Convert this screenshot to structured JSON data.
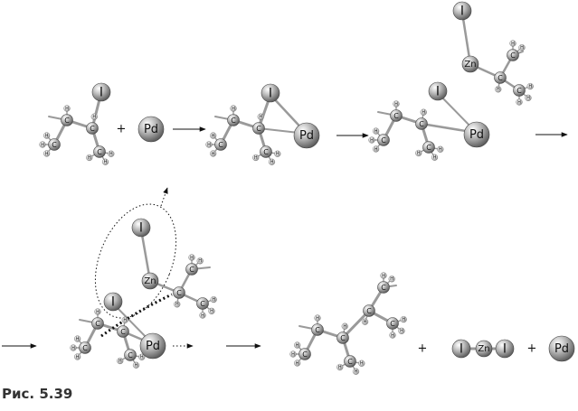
{
  "figure": {
    "caption": "Рис. 5.39"
  },
  "atom_labels": {
    "iodine": "I",
    "palladium": "Pd",
    "zinc": "Zn",
    "carbon": "C",
    "hydrogen": "H"
  },
  "signs": {
    "plus": "+"
  },
  "colors": {
    "atom_light": "#f4f4f4",
    "atom_dark": "#6e6e6e",
    "bond": "#9a9a9a",
    "ink": "#111111"
  }
}
